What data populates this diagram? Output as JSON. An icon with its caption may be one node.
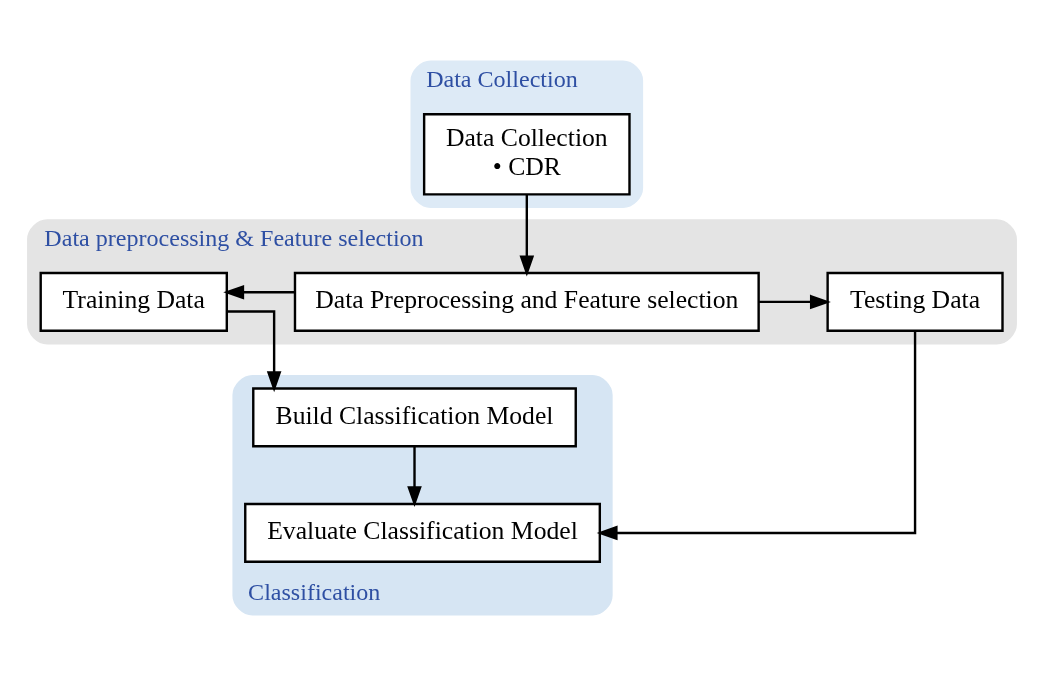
{
  "diagram": {
    "nodes": [
      {
        "text": [
          "Data Collection"
        ]
      },
      {
        "text": [
          "Data Collection",
          "• CDR"
        ],
        "in": 0
      },
      {
        "text": [
          "Data preprocessing & Feature selection"
        ]
      },
      {
        "text": [
          "Training Data"
        ],
        "in": 2
      },
      {
        "text": [
          "Data Preprocessing and Feature selection"
        ],
        "in": 2
      },
      {
        "text": [
          "Testing Data"
        ],
        "in": 2
      },
      {
        "text": [
          "Classification"
        ]
      },
      {
        "text": [
          "Build Classification Model"
        ],
        "in": 6
      },
      {
        "text": [
          "Evaluate Classification Model"
        ],
        "in": 6
      }
    ],
    "edges": [
      {
        "from": 1,
        "to": 4,
        "arrow": "to"
      },
      {
        "from": 4,
        "to": 3,
        "arrow": "to"
      },
      {
        "from": 4,
        "to": 5,
        "arrow": "to"
      },
      {
        "from": 3,
        "to": 7,
        "arrow": "to"
      },
      {
        "from": 7,
        "to": 8,
        "arrow": "to"
      },
      {
        "from": 5,
        "to": 8,
        "arrow": "to"
      }
    ]
  }
}
